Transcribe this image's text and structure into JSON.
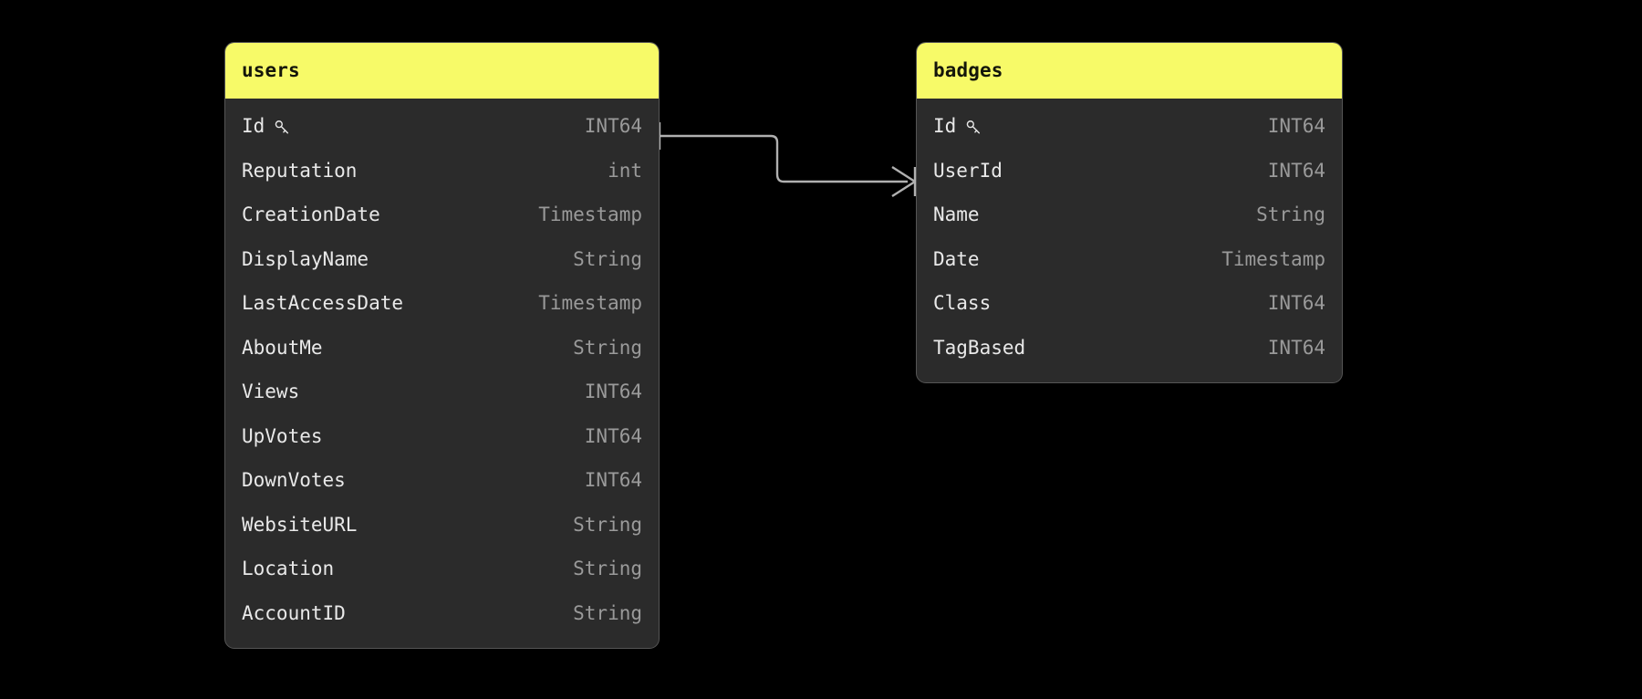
{
  "diagram": {
    "type": "entity-relationship-diagram",
    "background_color": "#000000",
    "header_color": "#f7fa68",
    "table_color": "#2b2b2b",
    "border_color": "#555555",
    "field_name_color": "#e9e9e9",
    "field_type_color": "#9a9a9a",
    "line_color": "#b0b0b0"
  },
  "entities": [
    {
      "name": "users",
      "fields": [
        {
          "name": "Id",
          "type": "INT64",
          "icon": "key-icon",
          "primary_key": true
        },
        {
          "name": "Reputation",
          "type": "int",
          "icon": null,
          "primary_key": false
        },
        {
          "name": "CreationDate",
          "type": "Timestamp",
          "icon": null,
          "primary_key": false
        },
        {
          "name": "DisplayName",
          "type": "String",
          "icon": null,
          "primary_key": false
        },
        {
          "name": "LastAccessDate",
          "type": "Timestamp",
          "icon": null,
          "primary_key": false
        },
        {
          "name": "AboutMe",
          "type": "String",
          "icon": null,
          "primary_key": false
        },
        {
          "name": "Views",
          "type": "INT64",
          "icon": null,
          "primary_key": false
        },
        {
          "name": "UpVotes",
          "type": "INT64",
          "icon": null,
          "primary_key": false
        },
        {
          "name": "DownVotes",
          "type": "INT64",
          "icon": null,
          "primary_key": false
        },
        {
          "name": "WebsiteURL",
          "type": "String",
          "icon": null,
          "primary_key": false
        },
        {
          "name": "Location",
          "type": "String",
          "icon": null,
          "primary_key": false
        },
        {
          "name": "AccountID",
          "type": "String",
          "icon": null,
          "primary_key": false
        }
      ]
    },
    {
      "name": "badges",
      "fields": [
        {
          "name": "Id",
          "type": "INT64",
          "icon": "key-icon",
          "primary_key": true
        },
        {
          "name": "UserId",
          "type": "INT64",
          "icon": null,
          "primary_key": false
        },
        {
          "name": "Name",
          "type": "String",
          "icon": null,
          "primary_key": false
        },
        {
          "name": "Date",
          "type": "Timestamp",
          "icon": null,
          "primary_key": false
        },
        {
          "name": "Class",
          "type": "INT64",
          "icon": null,
          "primary_key": false
        },
        {
          "name": "TagBased",
          "type": "INT64",
          "icon": null,
          "primary_key": false
        }
      ]
    }
  ],
  "relationships": [
    {
      "from_entity": "users",
      "from_field": "Id",
      "to_entity": "badges",
      "to_field": "UserId",
      "from_cardinality": "one",
      "to_cardinality": "many"
    }
  ]
}
